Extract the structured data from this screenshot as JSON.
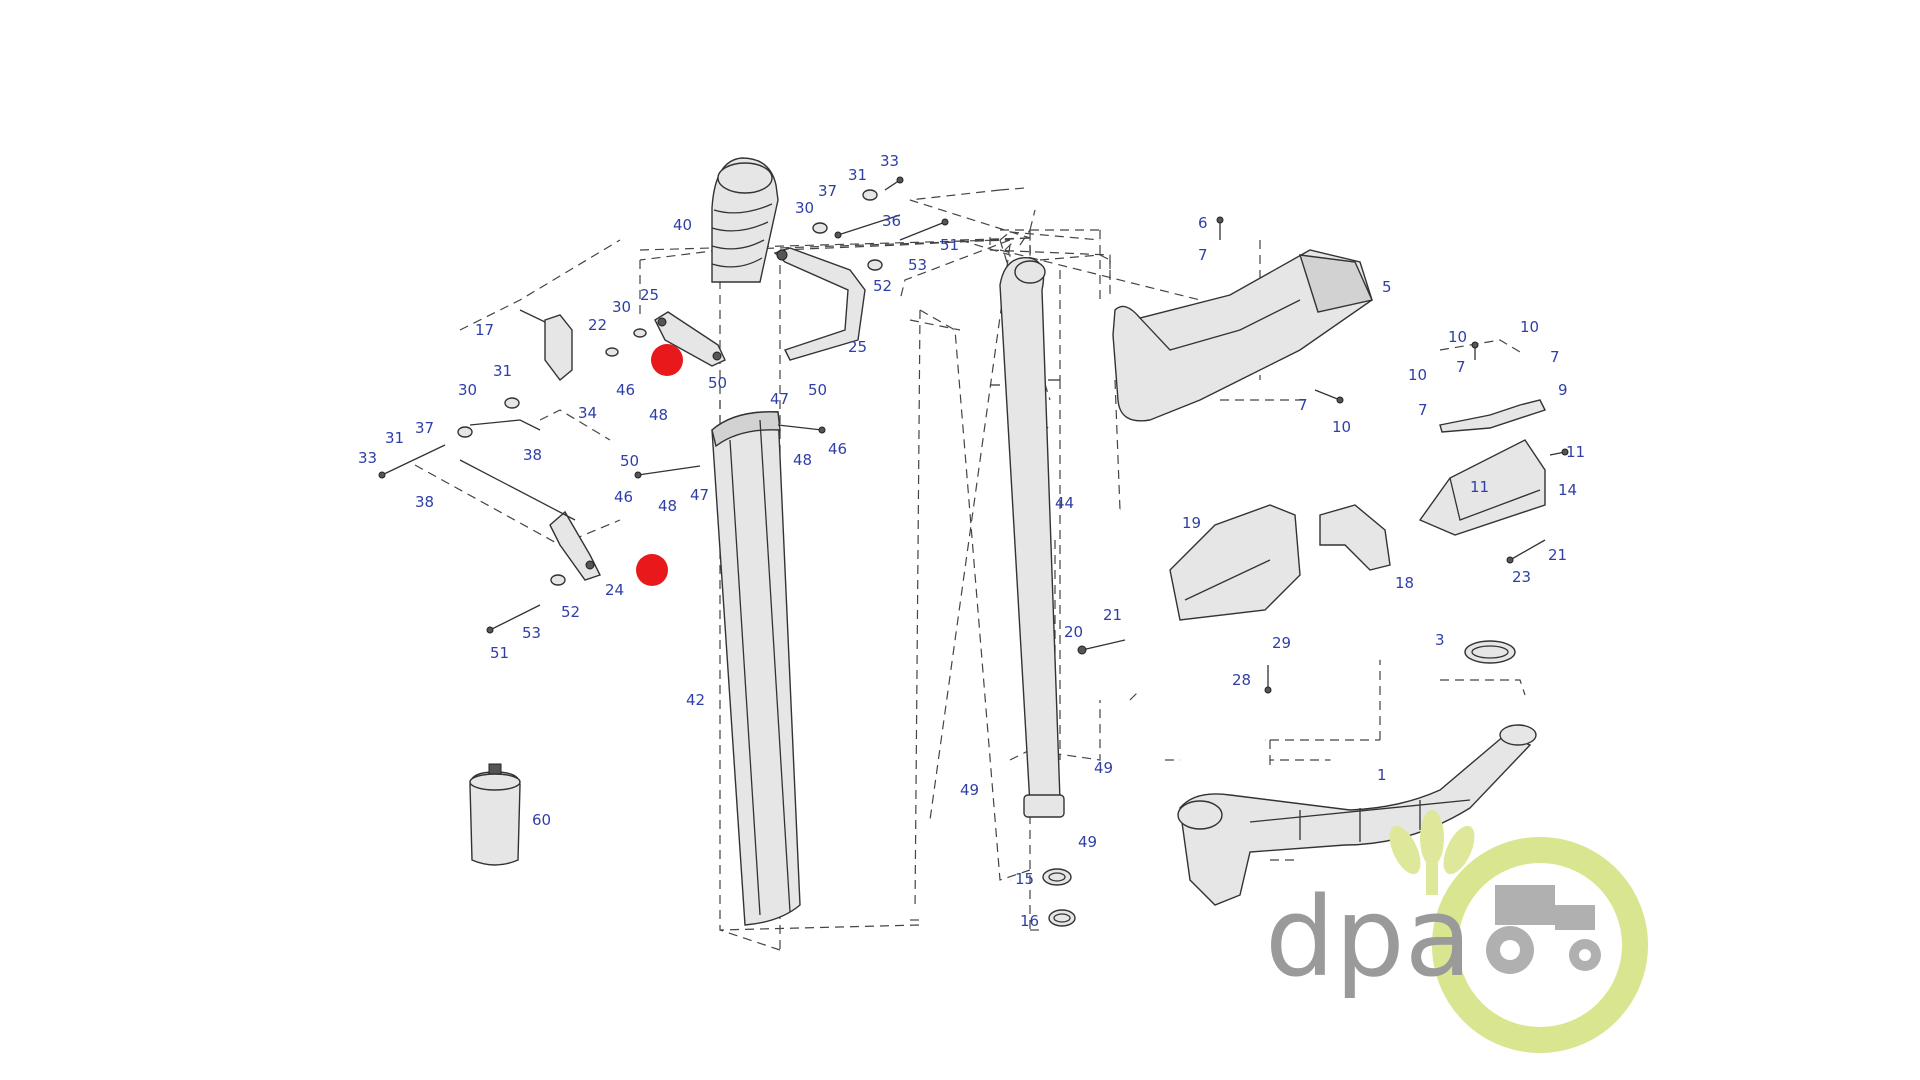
{
  "diagram": {
    "callouts": [
      {
        "id": "c1",
        "text": "1"
      },
      {
        "id": "c3",
        "text": "3"
      },
      {
        "id": "c5",
        "text": "5"
      },
      {
        "id": "c6",
        "text": "6"
      },
      {
        "id": "c7a",
        "text": "7"
      },
      {
        "id": "c7b",
        "text": "7"
      },
      {
        "id": "c7c",
        "text": "7"
      },
      {
        "id": "c7d",
        "text": "7"
      },
      {
        "id": "c7e",
        "text": "7"
      },
      {
        "id": "c9",
        "text": "9"
      },
      {
        "id": "c10a",
        "text": "10"
      },
      {
        "id": "c10b",
        "text": "10"
      },
      {
        "id": "c10c",
        "text": "10"
      },
      {
        "id": "c10d",
        "text": "10"
      },
      {
        "id": "c11a",
        "text": "11"
      },
      {
        "id": "c11b",
        "text": "11"
      },
      {
        "id": "c14",
        "text": "14"
      },
      {
        "id": "c15",
        "text": "15"
      },
      {
        "id": "c16",
        "text": "16"
      },
      {
        "id": "c17",
        "text": "17"
      },
      {
        "id": "c18",
        "text": "18"
      },
      {
        "id": "c19",
        "text": "19"
      },
      {
        "id": "c20",
        "text": "20"
      },
      {
        "id": "c21a",
        "text": "21"
      },
      {
        "id": "c21b",
        "text": "21"
      },
      {
        "id": "c22",
        "text": "22"
      },
      {
        "id": "c23",
        "text": "23"
      },
      {
        "id": "c24",
        "text": "24"
      },
      {
        "id": "c25a",
        "text": "25"
      },
      {
        "id": "c25b",
        "text": "25"
      },
      {
        "id": "c28",
        "text": "28"
      },
      {
        "id": "c29",
        "text": "29"
      },
      {
        "id": "c30a",
        "text": "30"
      },
      {
        "id": "c30b",
        "text": "30"
      },
      {
        "id": "c30c",
        "text": "30"
      },
      {
        "id": "c31a",
        "text": "31"
      },
      {
        "id": "c31b",
        "text": "31"
      },
      {
        "id": "c31c",
        "text": "31"
      },
      {
        "id": "c33a",
        "text": "33"
      },
      {
        "id": "c33b",
        "text": "33"
      },
      {
        "id": "c34",
        "text": "34"
      },
      {
        "id": "c36",
        "text": "36"
      },
      {
        "id": "c37a",
        "text": "37"
      },
      {
        "id": "c37b",
        "text": "37"
      },
      {
        "id": "c38a",
        "text": "38"
      },
      {
        "id": "c38b",
        "text": "38"
      },
      {
        "id": "c40",
        "text": "40"
      },
      {
        "id": "c42",
        "text": "42"
      },
      {
        "id": "c44",
        "text": "44"
      },
      {
        "id": "c46a",
        "text": "46"
      },
      {
        "id": "c46b",
        "text": "46"
      },
      {
        "id": "c46c",
        "text": "46"
      },
      {
        "id": "c47a",
        "text": "47"
      },
      {
        "id": "c47b",
        "text": "47"
      },
      {
        "id": "c48a",
        "text": "48"
      },
      {
        "id": "c48b",
        "text": "48"
      },
      {
        "id": "c48c",
        "text": "48"
      },
      {
        "id": "c49a",
        "text": "49"
      },
      {
        "id": "c49b",
        "text": "49"
      },
      {
        "id": "c49c",
        "text": "49"
      },
      {
        "id": "c50a",
        "text": "50"
      },
      {
        "id": "c50b",
        "text": "50"
      },
      {
        "id": "c50c",
        "text": "50"
      },
      {
        "id": "c51a",
        "text": "51"
      },
      {
        "id": "c51b",
        "text": "51"
      },
      {
        "id": "c52a",
        "text": "52"
      },
      {
        "id": "c52b",
        "text": "52"
      },
      {
        "id": "c53a",
        "text": "53"
      },
      {
        "id": "c53b",
        "text": "53"
      },
      {
        "id": "c60",
        "text": "60"
      }
    ],
    "callout_color": "#2f3fa8",
    "highlight_color": "#e8191b",
    "highlight_count": 2
  },
  "logo": {
    "text": "dpa",
    "text_color": "#9a9a9a",
    "ring_color": "#d9e58f",
    "wheat_color": "#dfe79a",
    "icon": "tractor-icon"
  }
}
